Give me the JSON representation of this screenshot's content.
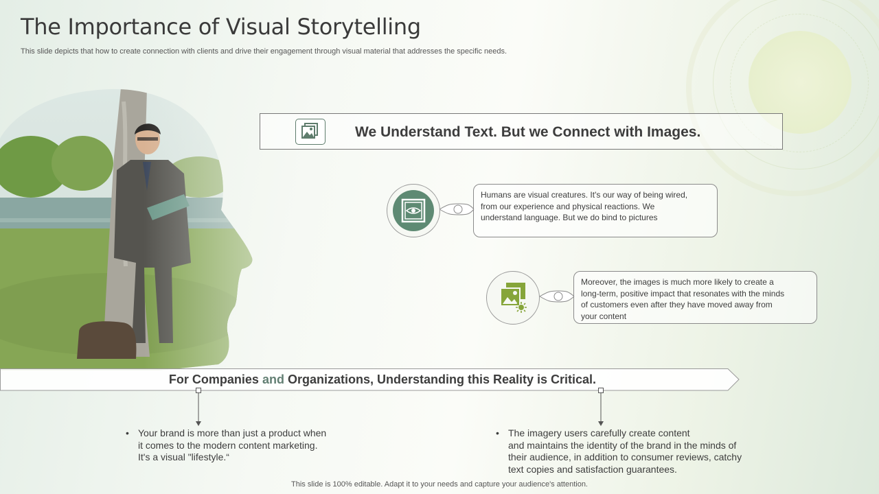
{
  "slide": {
    "title": "The Importance of Visual Storytelling",
    "subtitle": "This slide depicts that how to create connection with clients and drive their engagement through visual material that addresses the specific needs."
  },
  "banner": {
    "text": "We Understand Text. But we Connect with Images.",
    "icon": "image-gallery-icon"
  },
  "points": [
    {
      "text": "Humans are visual creatures. It's our way of being wired,\nfrom our experience and physical reactions. We\nunderstand language. But we do bind to pictures",
      "icon": "eye-icon",
      "color": "#5e8a73"
    },
    {
      "text": "Moreover, the images is much more likely to create a\nlong-term, positive impact that resonates with the minds\nof customers even after they have moved away from\nyour content",
      "icon": "image-sun-icon",
      "color": "#86a53a"
    }
  ],
  "arrow": {
    "part1": "For Companies ",
    "accent": "and",
    "part2": " Organizations, Understanding this Reality is Critical.",
    "accent_color": "#627f73"
  },
  "bullets": [
    "Your brand is more than just a product when\nit comes to the modern content marketing.\nIt's a visual \"lifestyle.“",
    "The imagery users carefully create content\nand maintains the identity of the brand in the minds of\ntheir audience, in addition to consumer reviews, catchy\ntext copies and satisfaction guarantees."
  ],
  "footer": "This slide is 100% editable. Adapt it to your needs and capture your audience's attention."
}
